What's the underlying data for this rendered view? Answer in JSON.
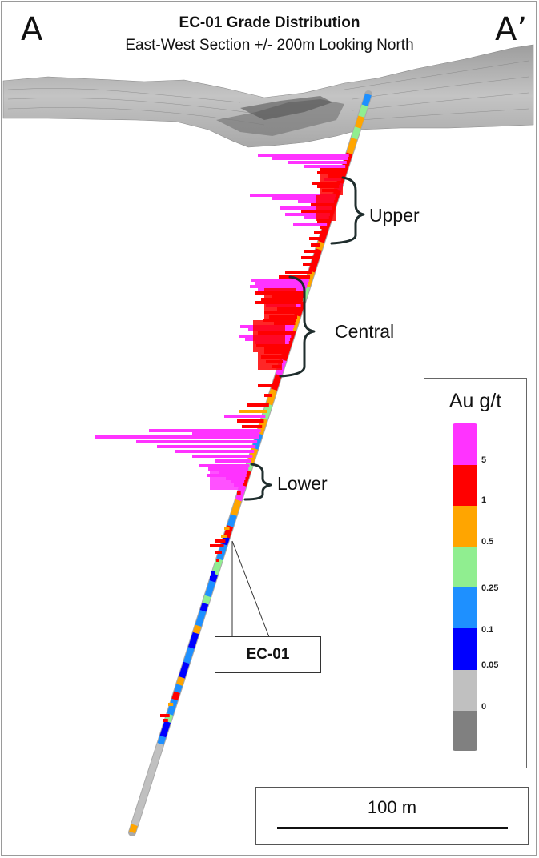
{
  "header": {
    "corner_left": "A",
    "corner_right": "A’",
    "title": "EC-01 Grade Distribution",
    "subtitle": "East-West Section +/- 200m Looking North"
  },
  "zones": {
    "upper": "Upper",
    "central": "Central",
    "lower": "Lower"
  },
  "drillhole": {
    "name": "EC-01"
  },
  "legend": {
    "title": "Au g/t",
    "bins": [
      {
        "color": "#ff33ff",
        "label": "5"
      },
      {
        "color": "#ff0000",
        "label": "1"
      },
      {
        "color": "#ffa500",
        "label": "0.5"
      },
      {
        "color": "#90ee90",
        "label": "0.25"
      },
      {
        "color": "#1e90ff",
        "label": "0.1"
      },
      {
        "color": "#0000ff",
        "label": "0.05"
      },
      {
        "color": "#c0c0c0",
        "label": "0"
      },
      {
        "color": "#808080",
        "label": ""
      }
    ]
  },
  "scale_bar": {
    "label": "100 m"
  },
  "colors": {
    "terrain": "#b8b8b8",
    "bracket": "#1f2d2d",
    "hole_core": "#a9a9a9"
  }
}
